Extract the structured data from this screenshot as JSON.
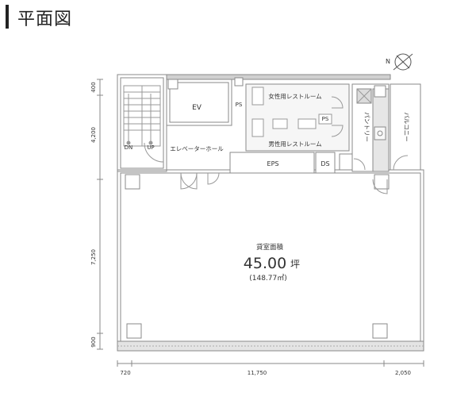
{
  "page": {
    "title": "平面図"
  },
  "rooms": {
    "ev": "EV",
    "ps_left": "PS",
    "ps_right": "PS",
    "womens_restroom": "女性用レストルーム",
    "mens_restroom": "男性用レストルーム",
    "pantry": "パントリー",
    "balcony": "バルコニー",
    "elevator_hall": "エレベーターホール",
    "eps": "EPS",
    "ds": "DS"
  },
  "stairs": {
    "down": "DN",
    "up": "UP"
  },
  "office": {
    "label": "貸室面積",
    "area_number": "45.00",
    "area_unit": "坪",
    "area_sqm": "(148.77㎡)"
  },
  "dimensions": {
    "vertical": [
      "400",
      "4,200",
      "7,250",
      "900"
    ],
    "horizontal": [
      "720",
      "11,750",
      "2,050"
    ]
  },
  "compass": {
    "label": "N"
  },
  "colors": {
    "wall": "#c8c8c8",
    "wall_stroke": "#888888",
    "fill": "#f2f2f2",
    "text": "#333333"
  }
}
